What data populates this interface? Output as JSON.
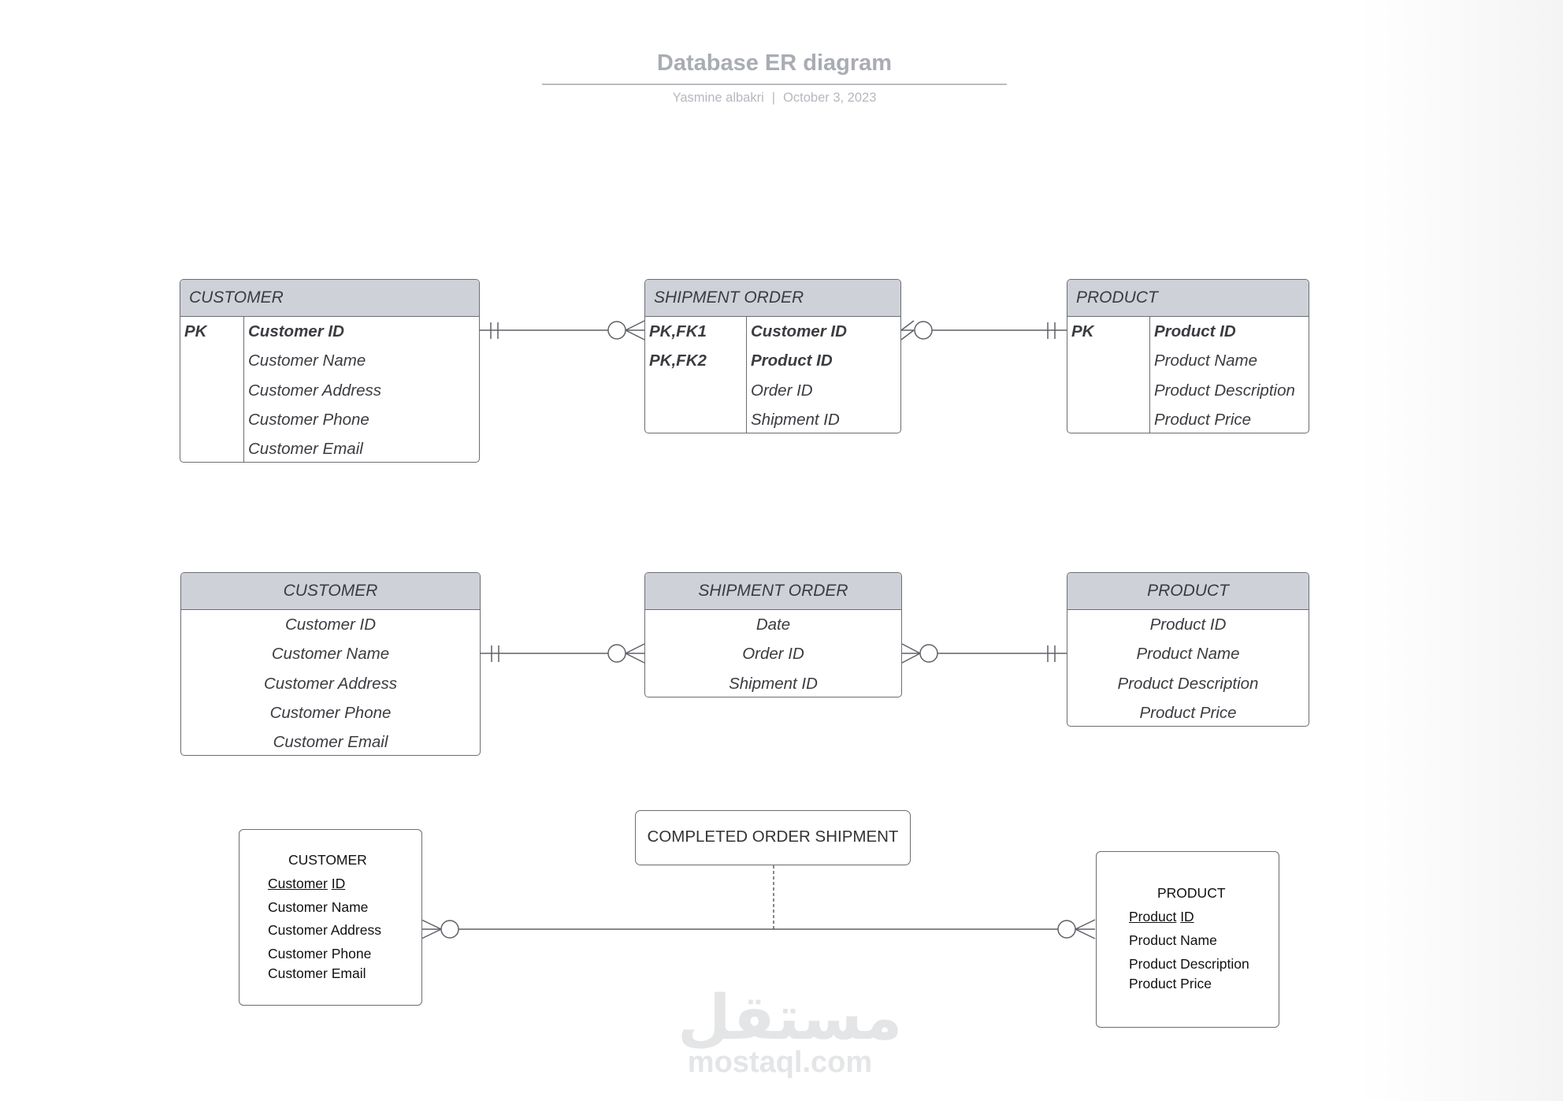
{
  "header": {
    "title": "Database ER diagram",
    "author": "Yasmine albakri",
    "separator": "|",
    "date": "October 3, 2023"
  },
  "row1": {
    "customer": {
      "title": "CUSTOMER",
      "rows": [
        {
          "key": "PK",
          "field": "Customer ID"
        },
        {
          "key": "",
          "field": "Customer Name"
        },
        {
          "key": "",
          "field": "Customer Address"
        },
        {
          "key": "",
          "field": "Customer Phone"
        },
        {
          "key": "",
          "field": "Customer Email"
        }
      ]
    },
    "shipment_order": {
      "title": "SHIPMENT ORDER",
      "rows": [
        {
          "key": "PK,FK1",
          "field": "Customer ID"
        },
        {
          "key": "PK,FK2",
          "field": "Product ID"
        },
        {
          "key": "",
          "field": "Order ID"
        },
        {
          "key": "",
          "field": "Shipment ID"
        }
      ]
    },
    "product": {
      "title": "PRODUCT",
      "rows": [
        {
          "key": "PK",
          "field": "Product ID"
        },
        {
          "key": "",
          "field": "Product Name"
        },
        {
          "key": "",
          "field": "Product Description"
        },
        {
          "key": "",
          "field": "Product Price"
        }
      ]
    }
  },
  "row2": {
    "customer": {
      "title": "CUSTOMER",
      "fields": [
        "Customer ID",
        "Customer Name",
        "Customer Address",
        "Customer Phone",
        "Customer Email"
      ]
    },
    "shipment_order": {
      "title": "SHIPMENT ORDER",
      "fields": [
        "Date",
        "Order ID",
        "Shipment ID"
      ]
    },
    "product": {
      "title": "PRODUCT",
      "fields": [
        "Product ID",
        "Product Name",
        "Product Description",
        "Product Price"
      ]
    }
  },
  "row3": {
    "customer": {
      "title": "CUSTOMER",
      "key_word1": "Customer",
      "key_word2": "ID",
      "fields": [
        "Customer Name",
        "Customer Address",
        "Customer Phone",
        "Customer Email"
      ]
    },
    "relationship": "COMPLETED ORDER SHIPMENT",
    "product": {
      "title": "PRODUCT",
      "key_word1": "Product",
      "key_word2": "ID",
      "fields": [
        "Product Name",
        "Product Description",
        "Product Price"
      ]
    }
  },
  "watermark": {
    "arabic": "مستقل",
    "latin": "mostaql.com"
  },
  "colors": {
    "header_fill": "#ced2d8",
    "border": "#6a6d73",
    "title_text": "#a9acb3"
  }
}
